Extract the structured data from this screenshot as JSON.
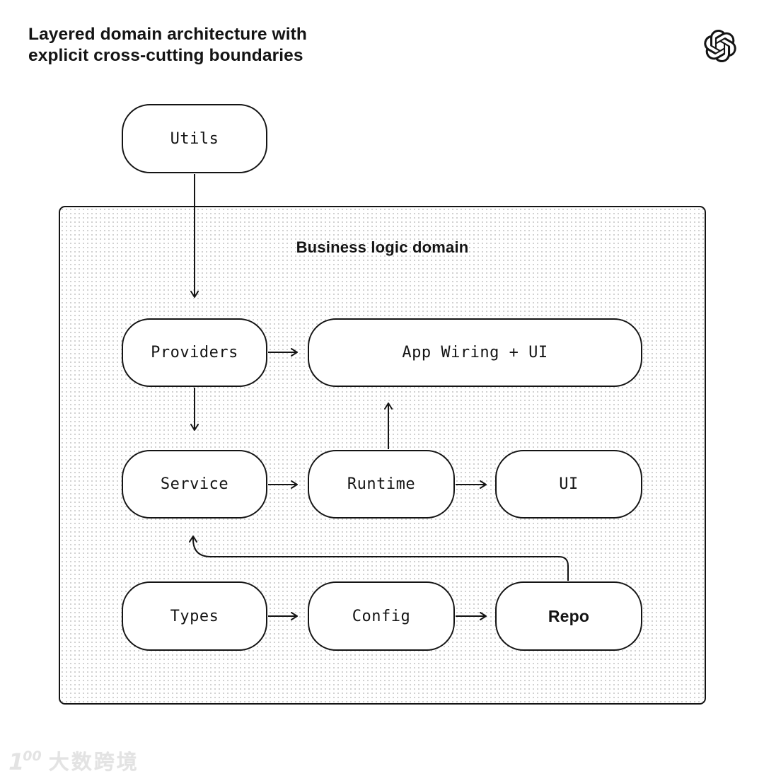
{
  "header": {
    "title": "Layered domain architecture with\nexplicit cross-cutting boundaries",
    "logo": "openai-logo"
  },
  "domain": {
    "label": "Business logic domain"
  },
  "nodes": {
    "utils": "Utils",
    "providers": "Providers",
    "app_wiring": "App Wiring + UI",
    "service": "Service",
    "runtime": "Runtime",
    "ui": "UI",
    "types": "Types",
    "config": "Config",
    "repo": "Repo"
  },
  "edges": [
    {
      "from": "utils",
      "to": "providers"
    },
    {
      "from": "providers",
      "to": "app_wiring"
    },
    {
      "from": "providers",
      "to": "service"
    },
    {
      "from": "service",
      "to": "runtime"
    },
    {
      "from": "runtime",
      "to": "ui"
    },
    {
      "from": "runtime",
      "to": "app_wiring"
    },
    {
      "from": "types",
      "to": "config"
    },
    {
      "from": "config",
      "to": "repo"
    },
    {
      "from": "repo",
      "to": "service"
    }
  ],
  "watermark": {
    "logo": "100",
    "text": "大数跨境"
  },
  "colors": {
    "stroke": "#141414",
    "node_bg": "#ffffff",
    "dot_grid": "#c9c9c9",
    "page_bg": "#ffffff",
    "watermark": "#e3e3e3"
  }
}
